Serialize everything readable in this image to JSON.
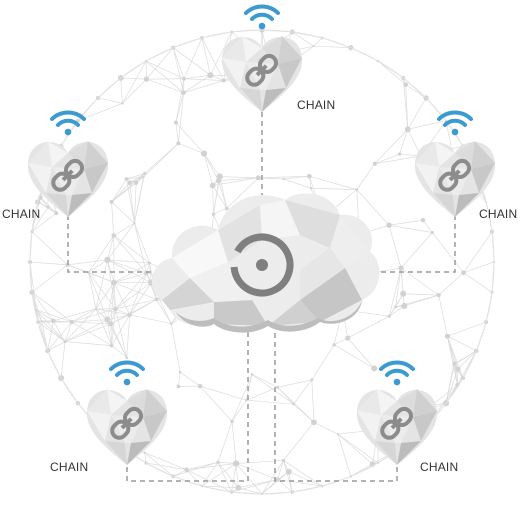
{
  "colors": {
    "wifi": "#3b9bd1",
    "heart_light": "#f1f1f1",
    "heart_mid": "#d9d9d9",
    "heart_dark": "#bdbdbd",
    "link_icon": "#8c8c8c",
    "network": "#dcdcdc",
    "connector": "#9a9a9a"
  },
  "nodes": [
    {
      "id": "top",
      "label": "CHAIN",
      "icons": [
        "wifi-icon",
        "chain-link-icon"
      ]
    },
    {
      "id": "left",
      "label": "CHAIN",
      "icons": [
        "wifi-icon",
        "chain-link-icon"
      ]
    },
    {
      "id": "right",
      "label": "CHAIN",
      "icons": [
        "wifi-icon",
        "chain-link-icon"
      ]
    },
    {
      "id": "bottom-left",
      "label": "CHAIN",
      "icons": [
        "wifi-icon",
        "chain-link-icon"
      ]
    },
    {
      "id": "bottom-right",
      "label": "CHAIN",
      "icons": [
        "wifi-icon",
        "chain-link-icon"
      ]
    }
  ],
  "center": {
    "icon": "target-icon"
  }
}
